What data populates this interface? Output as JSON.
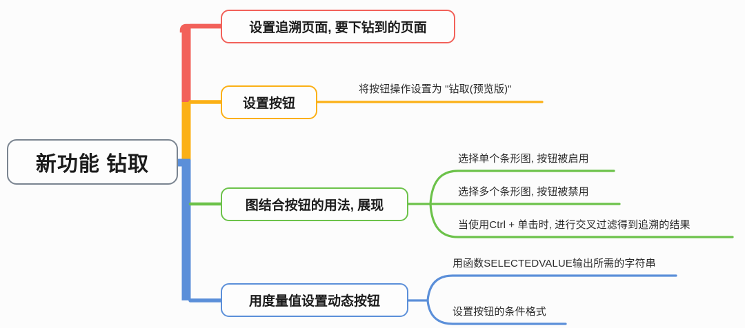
{
  "diagram": {
    "type": "mind-map",
    "title": "新功能 钻取",
    "background_color": "#fcfcfc",
    "root": {
      "label": "新功能 钻取",
      "border_color": "#7a8490"
    },
    "branches": [
      {
        "label": "设置追溯页面, 要下钻到的页面",
        "color": "#f2615a",
        "children": []
      },
      {
        "label": "设置按钮",
        "color": "#fbb016",
        "children": [
          {
            "label": "将按钮操作设置为 \"钻取(预览版)\""
          }
        ]
      },
      {
        "label": "图结合按钮的用法, 展现",
        "color": "#6cc24a",
        "children": [
          {
            "label": "选择单个条形图, 按钮被启用"
          },
          {
            "label": "选择多个条形图, 按钮被禁用"
          },
          {
            "label": "当使用Ctrl + 单击时, 进行交叉过滤得到追溯的结果"
          }
        ]
      },
      {
        "label": "用度量值设置动态按钮",
        "color": "#5b8fd9",
        "children": [
          {
            "label": "用函数SELECTEDVALUE输出所需的字符串"
          },
          {
            "label": "设置按钮的条件格式"
          }
        ]
      }
    ]
  }
}
